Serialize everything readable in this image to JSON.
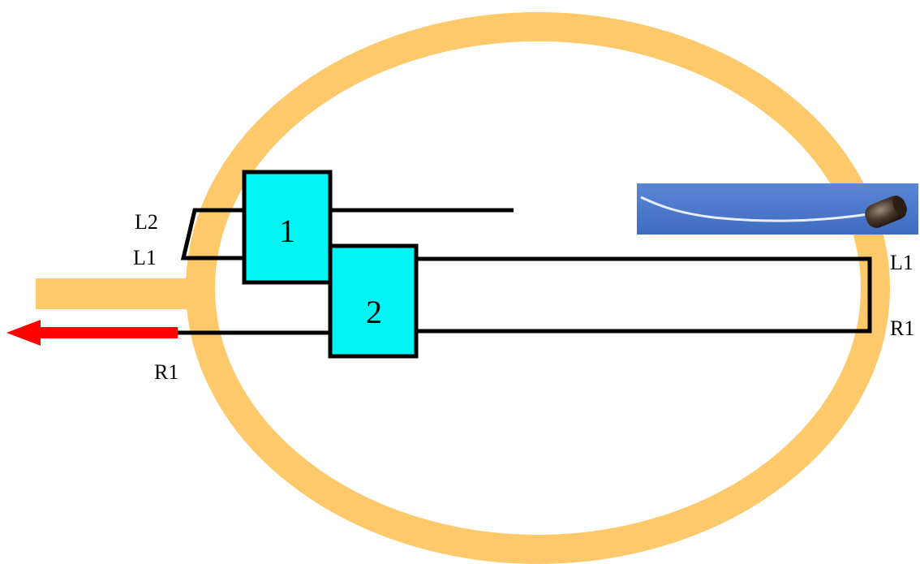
{
  "colors": {
    "ring": "#FDC96A",
    "box_fill": "#00F4F4",
    "wire": "#000000",
    "arrow": "#FF0000",
    "photo_bg": "#4D7ACB"
  },
  "icons": {
    "probe_photo": "catheter-probe-photo-icon",
    "output_arrow": "left-arrow-icon"
  },
  "boxes": {
    "box1": "1",
    "box2": "2"
  },
  "labels": {
    "left_l2": "L2",
    "left_l1": "L1",
    "left_r1": "R1",
    "right_l1": "L1",
    "right_r1": "R1"
  }
}
